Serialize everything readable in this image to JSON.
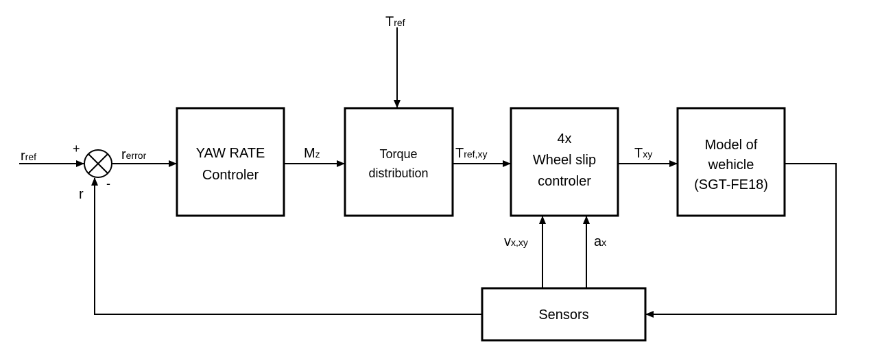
{
  "colors": {
    "line": "#000000",
    "background": "#ffffff"
  },
  "blocks": {
    "yaw_rate": {
      "line1": "YAW RATE",
      "line2": "Controler"
    },
    "torque": {
      "line1": "Torque",
      "line2": "distribution"
    },
    "wheel_slip": {
      "line1": "4x",
      "line2": "Wheel slip",
      "line3": "controler"
    },
    "vehicle": {
      "line1": "Model of",
      "line2": "wehicle",
      "line3": "(SGT-FE18)"
    },
    "sensors": {
      "label": "Sensors"
    }
  },
  "signals": {
    "r_ref": {
      "main": "r",
      "sub": "ref"
    },
    "r_error": {
      "main": "r",
      "sub": "error"
    },
    "r_feedback": {
      "main": "r"
    },
    "m_z": {
      "main": "M",
      "sub": "z"
    },
    "t_ref": {
      "main": "T",
      "sub": "ref"
    },
    "t_ref_xy": {
      "main": "T",
      "sub": "ref,xy"
    },
    "t_xy": {
      "main": "T",
      "sub": "xy"
    },
    "v_x_xy": {
      "main": "v",
      "sub": "x,xy"
    },
    "a_x": {
      "main": "a",
      "sub": "x"
    }
  },
  "summing_junction": {
    "plus_sign": "+",
    "minus_sign": "-"
  }
}
